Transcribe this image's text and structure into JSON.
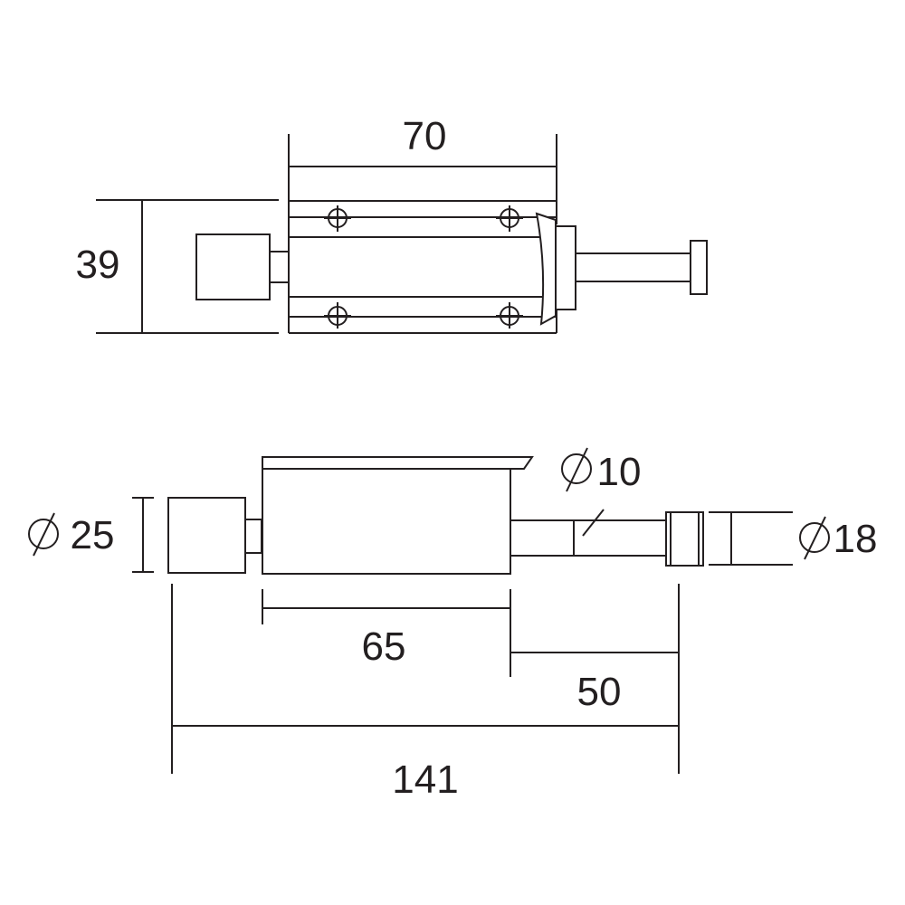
{
  "top_view": {
    "width_label": "70",
    "height_label": "39"
  },
  "side_view": {
    "knob_diameter_label": "25",
    "bolt_diameter_label": "10",
    "tip_diameter_label": "18",
    "body_length_label": "65",
    "bolt_length_label": "50",
    "overall_length_label": "141"
  },
  "colors": {
    "line": "#231f20",
    "background": "#ffffff"
  }
}
